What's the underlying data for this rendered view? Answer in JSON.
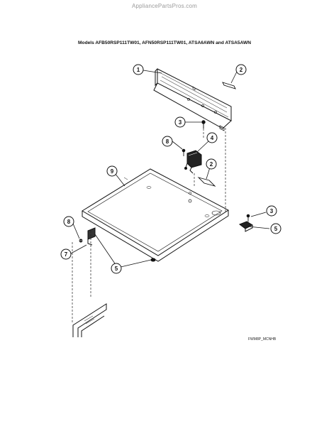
{
  "header": {
    "watermark": "AppliancePartsPros.com",
    "models": "Models AFB50RSP111TW01, AFN50RSP111TW01, ATSA6AWN and ATSA5AWN"
  },
  "diagram": {
    "code": "FWM8P_MCNHB",
    "callouts": [
      "1",
      "2",
      "3",
      "8",
      "4",
      "2",
      "9",
      "3",
      "8",
      "5",
      "7",
      "5"
    ]
  }
}
